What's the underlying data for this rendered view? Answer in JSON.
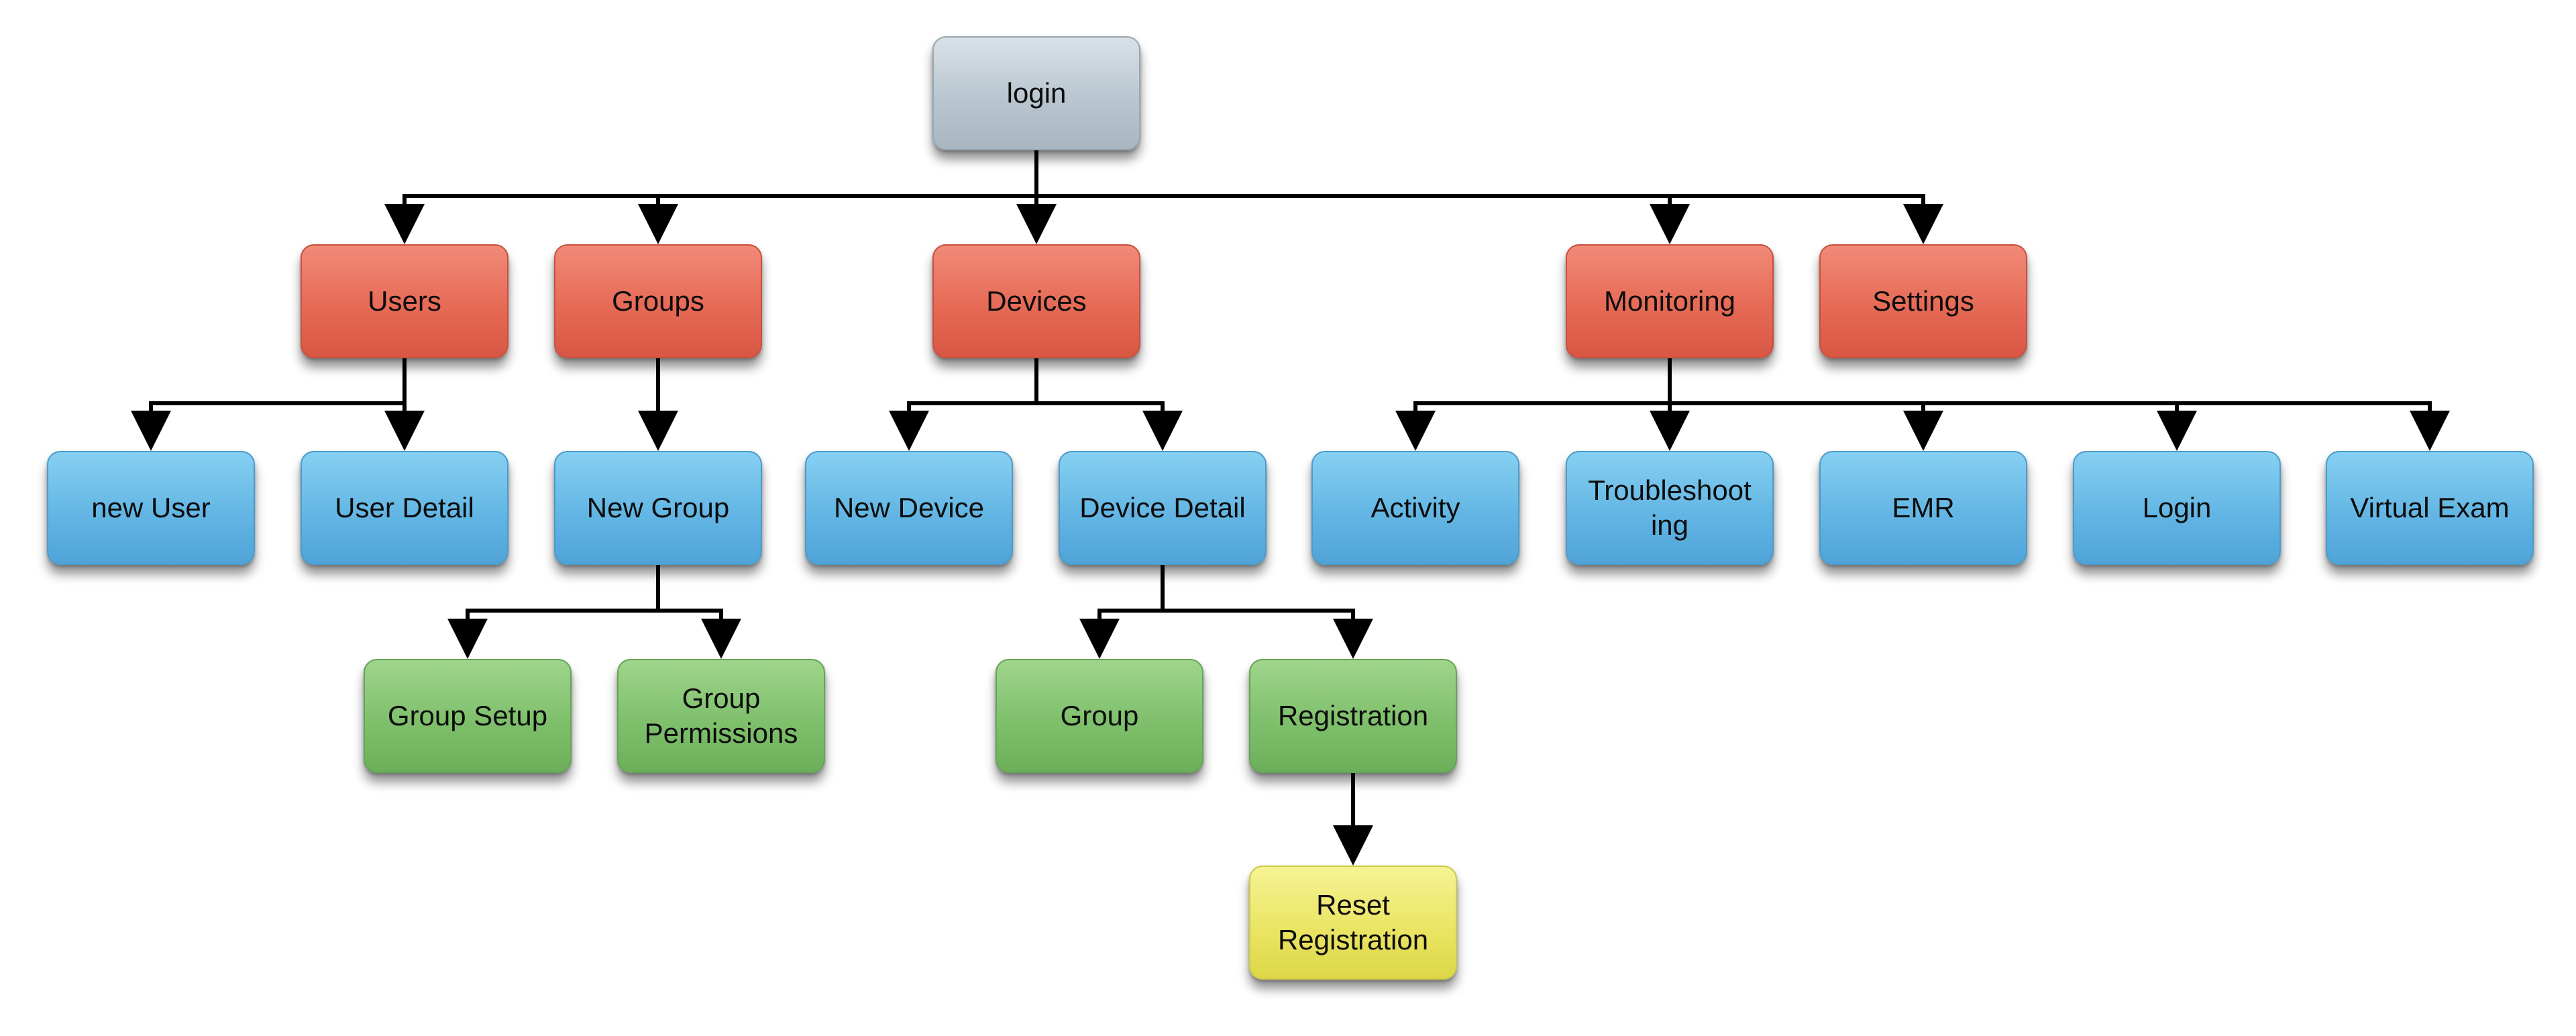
{
  "nodes": {
    "login": "login",
    "users": "Users",
    "groups": "Groups",
    "devices": "Devices",
    "monitoring": "Monitoring",
    "settings": "Settings",
    "new_user": "new User",
    "user_detail": "User Detail",
    "new_group": "New Group",
    "new_device": "New Device",
    "device_detail": "Device Detail",
    "activity": "Activity",
    "troubleshooting": "Troubleshoot\ning",
    "emr": "EMR",
    "login_monitor": "Login",
    "virtual_exam": "Virtual Exam",
    "group_setup": "Group Setup",
    "group_permissions": "Group\nPermissions",
    "group": "Group",
    "registration": "Registration",
    "reset_registration": "Reset\nRegistration"
  },
  "colors": {
    "root": "#b9c6cf",
    "section": "#e66a56",
    "page": "#63b6e4",
    "subpage": "#7fc06c",
    "action": "#ebe564",
    "connector": "#000000"
  }
}
